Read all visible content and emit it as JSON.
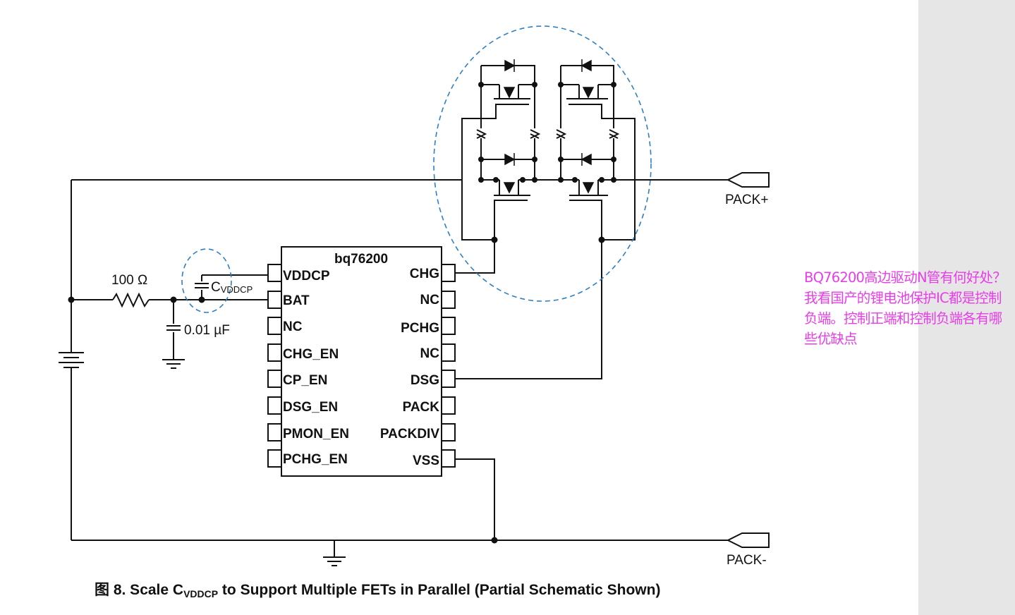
{
  "diagram": {
    "chip_name": "bq76200",
    "left_pins": [
      "VDDCP",
      "BAT",
      "NC",
      "CHG_EN",
      "CP_EN",
      "DSG_EN",
      "PMON_EN",
      "PCHG_EN"
    ],
    "right_pins": [
      "CHG",
      "NC",
      "PCHG",
      "NC",
      "DSG",
      "PACK",
      "PACKDIV",
      "VSS"
    ],
    "resistor_label": "100 Ω",
    "capacitor_label": "0.01 µF",
    "cvddcp_label": "C",
    "cvddcp_sub": "VDDCP",
    "pack_plus_label": "PACK+",
    "pack_minus_label": "PACK-",
    "highlight_color": "#2f7fc1"
  },
  "caption": {
    "prefix": "图 8.  Scale C",
    "sub": "VDDCP",
    "suffix": " to Support Multiple FETs in Parallel (Partial Schematic Shown)"
  },
  "comment": {
    "text": "BQ76200高边驱动N管有何好处？我看国产的锂电池保护IC都是控制负端。控制正端和控制负端各有哪些优缺点",
    "color": "#e83de8"
  }
}
